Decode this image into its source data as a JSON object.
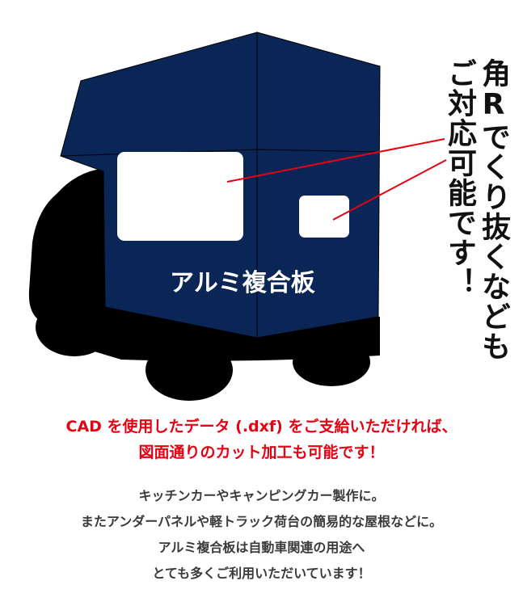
{
  "illustration": {
    "panel_label": "アルミ複合板",
    "colors": {
      "panel": "#0a2656",
      "cab": "#000000",
      "cutout": "#ffffff",
      "pointer": "#e60012"
    }
  },
  "side_caption": {
    "line_1": "角Rでくり抜くなども",
    "line_2": "ご対応可能です！"
  },
  "notice": {
    "line_1": "CAD を使用したデータ (.dxf) をご支給いただければ、",
    "line_2": "図面通りのカット加工も可能です！",
    "color": "#e60012"
  },
  "description": {
    "lines": [
      "キッチンカーやキャンピングカー製作に。",
      "またアンダーパネルや軽トラック荷台の簡易的な屋根などに。",
      "アルミ複合板は自動車関連の用途へ",
      "とても多くご利用いただいています！"
    ]
  }
}
